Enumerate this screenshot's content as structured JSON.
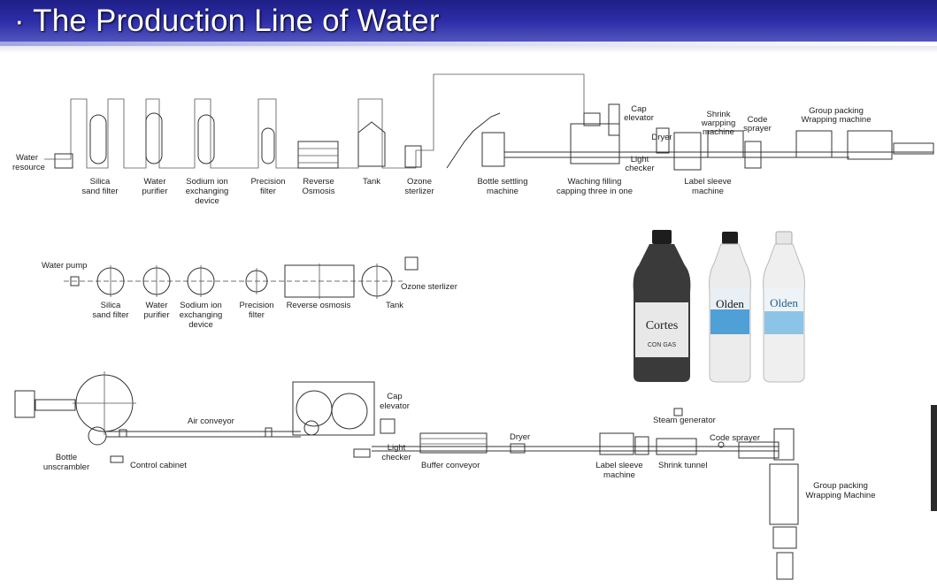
{
  "title": "· The Production Line of Water",
  "top_row": {
    "labels": [
      "Water\nresource",
      "Silica\nsand filter",
      "Water\npurifier",
      "Sodium ion\nexchanging\ndevice",
      "Precision\nfilter",
      "Reverse\nOsmosis",
      "Tank",
      "Ozone\nsterlizer",
      "Bottle settling\nmachine",
      "Waching filling\ncapping three in one",
      "Cap\nelevator",
      "Light\nchecker",
      "Dryer",
      "Shrink\nwarpping\nmachine",
      "Code\nsprayer",
      "Label sleeve\nmachine",
      "Group packing\nWrapping machine"
    ]
  },
  "middle_row": {
    "labels": [
      "Water pump",
      "Silica\nsand filter",
      "Water\npurifier",
      "Sodium ion\nexchanging\ndevice",
      "Precision\nfilter",
      "Reverse osmosis",
      "Tank",
      "Ozone sterlizer"
    ]
  },
  "bottom_row": {
    "labels": [
      "Air conveyor",
      "Cap\nelevator",
      "Bottle\nunscrambler",
      "Control cabinet",
      "Light\nchecker",
      "Buffer conveyor",
      "Dryer",
      "Steam generator",
      "Code sprayer",
      "Label sleeve\nmachine",
      "Shrink tunnel",
      "Group packing\nWrapping Machine"
    ]
  },
  "bottles": {
    "brand_1": "Cortes",
    "brand_1_sub": "CON GAS",
    "brand_2": "Olden",
    "brand_3": "Olden"
  },
  "colors": {
    "banner": "#2c2ca8",
    "label_blue": "#4fa0d6"
  }
}
